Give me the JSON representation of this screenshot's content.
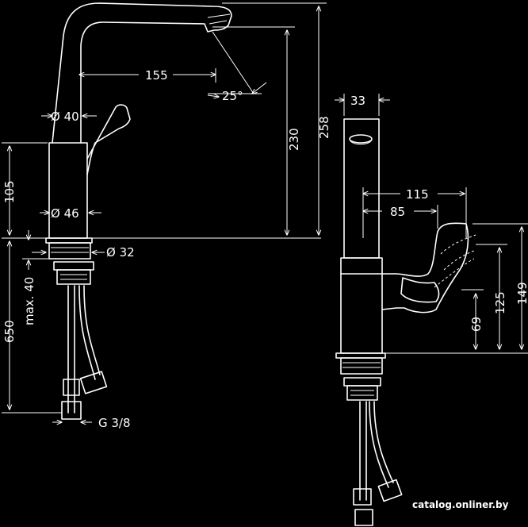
{
  "dimensions": {
    "spout_reach": "155",
    "spout_angle": "25°",
    "spout_dia": "Ø 40",
    "outlet_height": "230",
    "total_height": "258",
    "body_height": "105",
    "body_dia": "Ø 46",
    "base_dia": "Ø 32",
    "max_deck": "max. 40",
    "hose_length": "650",
    "connection": "G 3/8",
    "side_width": "33",
    "lever_reach": "115",
    "lever_offset": "85",
    "lever_h1": "69",
    "lever_h2": "125",
    "lever_h3": "149"
  },
  "watermark": "catalog.onliner.by"
}
